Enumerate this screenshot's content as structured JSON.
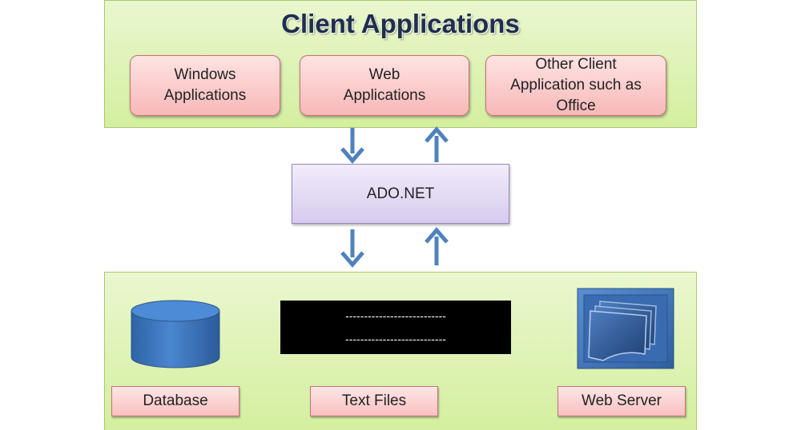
{
  "top_panel": {
    "title": "Client Applications",
    "apps": [
      {
        "lines": [
          "Windows",
          "Applications"
        ]
      },
      {
        "lines": [
          "Web",
          "Applications"
        ]
      },
      {
        "lines": [
          "Other Client",
          "Application such as",
          "Office"
        ]
      }
    ]
  },
  "middle": {
    "label": "ADO.NET"
  },
  "bottom_panel": {
    "text_file_lines": [
      "---------------------------",
      "---------------------------"
    ],
    "labels": {
      "database": "Database",
      "text_files": "Text Files",
      "web_server": "Web Server"
    }
  },
  "colors": {
    "panel_green": "#d4ef9f",
    "box_pink": "#f7b8b8",
    "box_lavender": "#d7cbee",
    "arrow_blue": "#4f81bd",
    "database_blue": "#3e78c2",
    "title_navy": "#1f2d4f"
  },
  "icons": {
    "database": "database-cylinder-icon",
    "text_files": "text-file-icon",
    "web_server": "web-server-icon"
  }
}
